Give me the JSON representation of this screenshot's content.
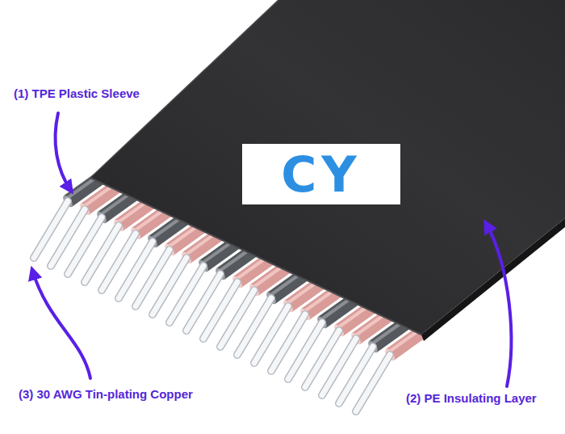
{
  "diagram": {
    "labels": [
      "(1) TPE Plastic Sleeve",
      "CY",
      "(3) 30 AWG Tin-plating Copper",
      "(2) PE Insulating Layer"
    ]
  }
}
